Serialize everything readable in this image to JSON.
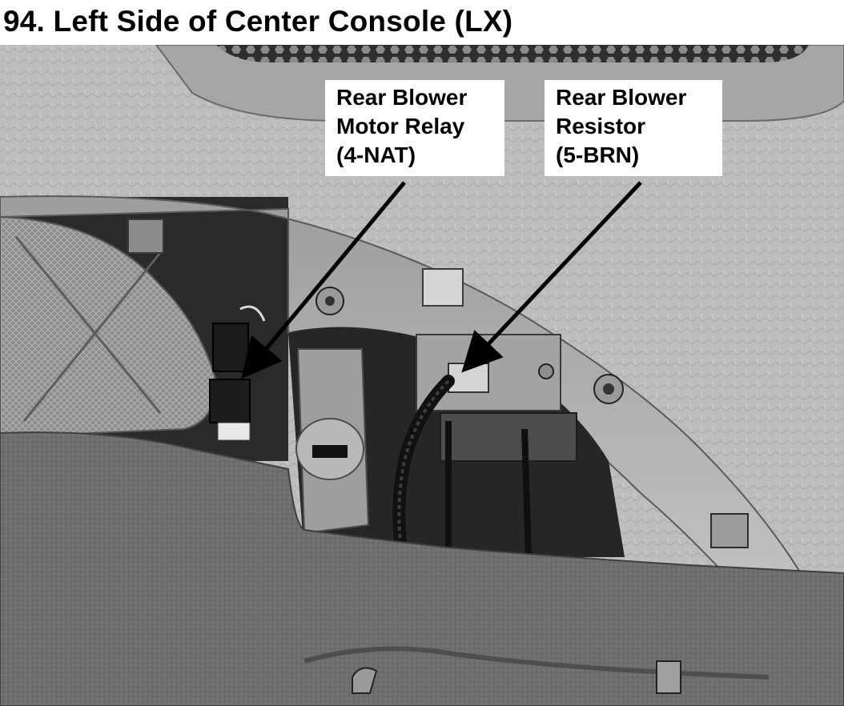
{
  "title": "94. Left Side of Center Console (LX)",
  "callouts": {
    "relay": {
      "line1": "Rear Blower",
      "line2": "Motor Relay",
      "line3": "(4-NAT)"
    },
    "resistor": {
      "line1": "Rear Blower",
      "line2": "Resistor",
      "line3": "(5-BRN)"
    }
  },
  "colors": {
    "panel": "#b9b9b9",
    "carpet": "#6f6f6f",
    "dark": "#2b2b2b",
    "label_bg": "#ffffff",
    "text": "#000000"
  }
}
